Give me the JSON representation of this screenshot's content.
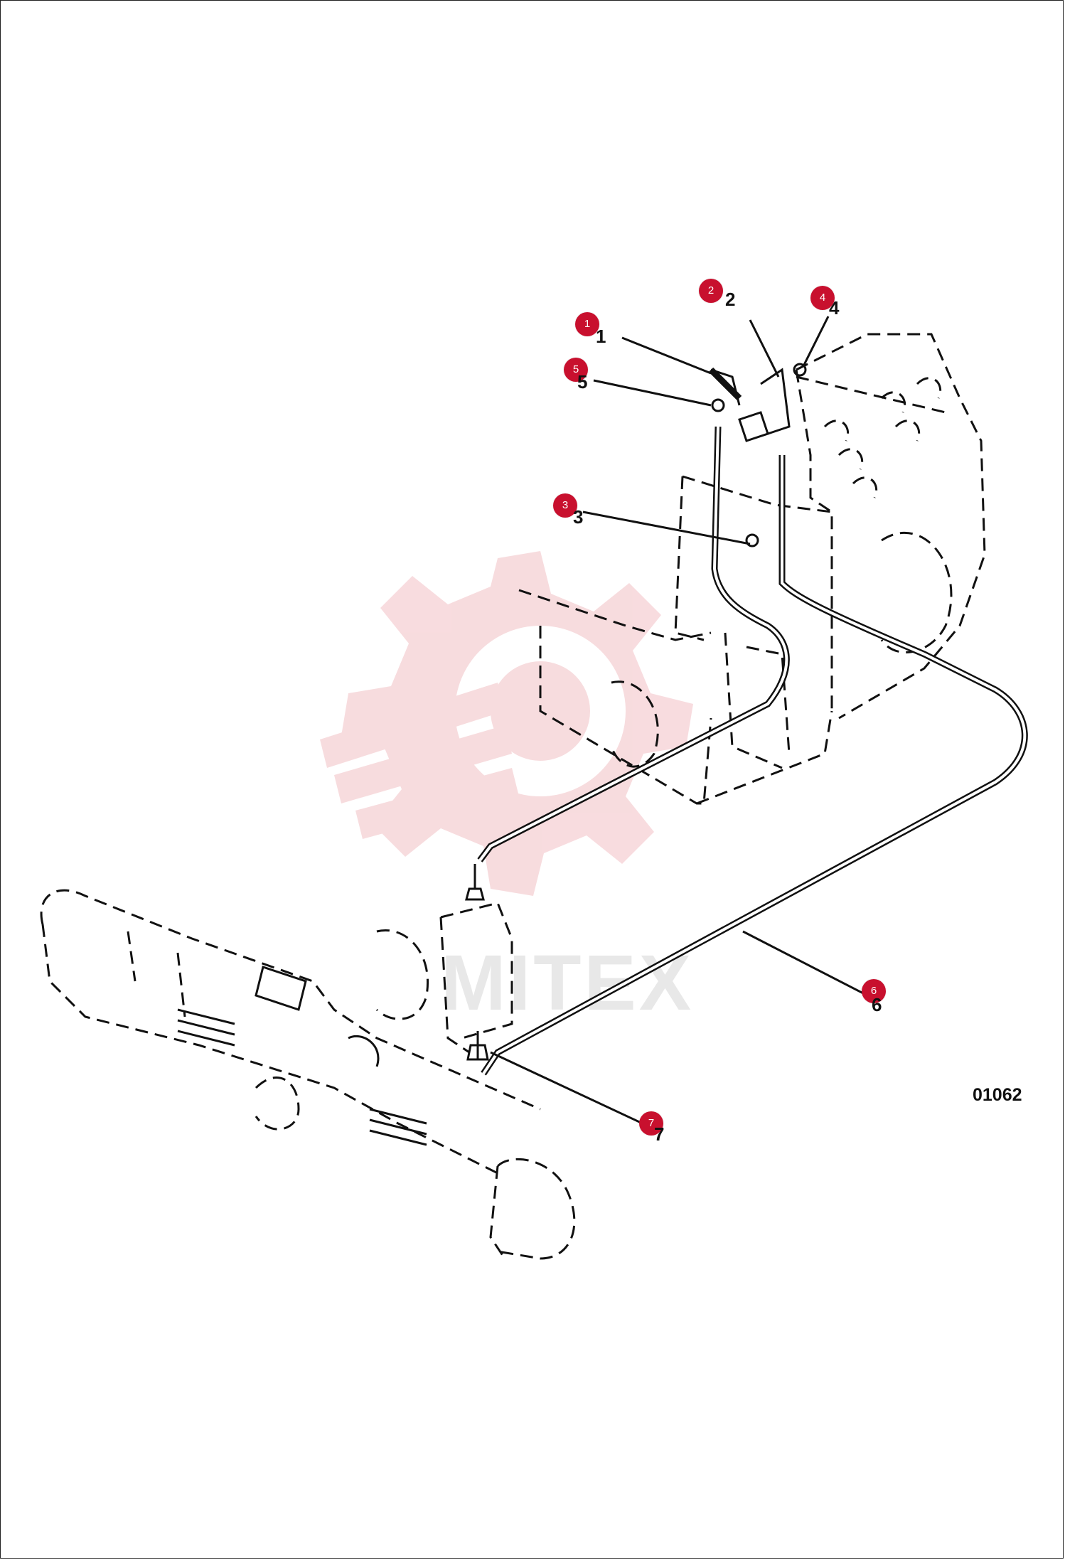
{
  "drawing_number": "01062",
  "watermark": {
    "text": "MITEX",
    "color": "#e8a0a5"
  },
  "accent_color": "#c8102e",
  "callouts": [
    {
      "id": "1",
      "label": "1",
      "part_number": "1"
    },
    {
      "id": "2",
      "label": "2",
      "part_number": "2"
    },
    {
      "id": "3",
      "label": "3",
      "part_number": "3"
    },
    {
      "id": "4",
      "label": "4",
      "part_number": "4"
    },
    {
      "id": "5",
      "label": "5",
      "part_number": "5"
    },
    {
      "id": "6",
      "label": "6",
      "part_number": "6"
    },
    {
      "id": "7",
      "label": "7",
      "part_number": "7"
    }
  ]
}
